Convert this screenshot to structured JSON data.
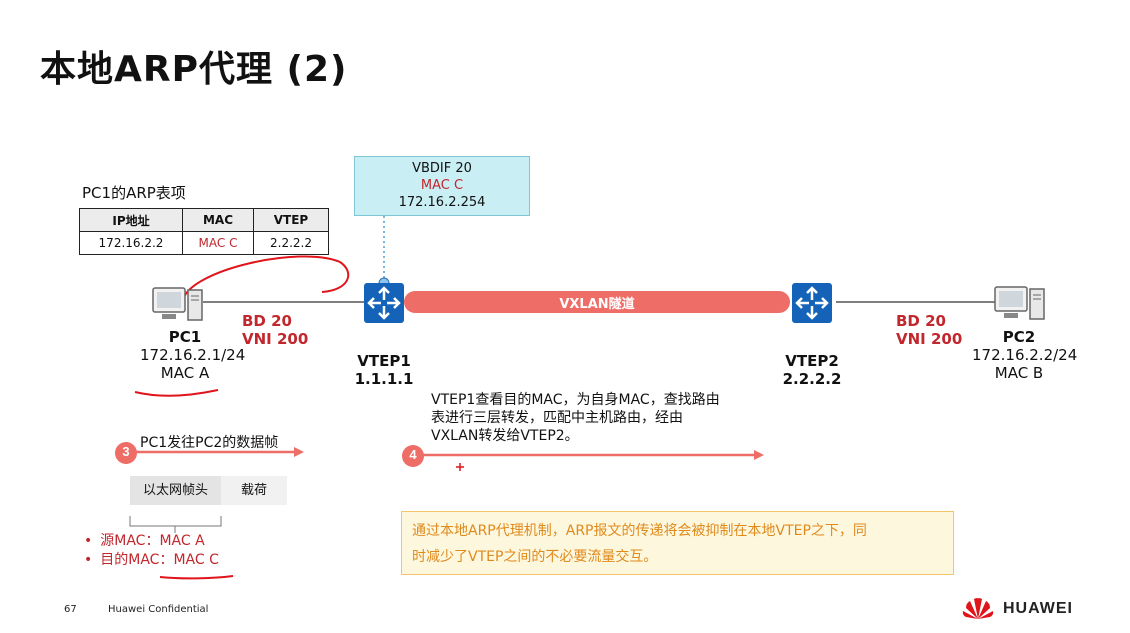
{
  "title": "本地ARP代理 (2)",
  "vbdif": {
    "name": "VBDIF 20",
    "mac": "MAC C",
    "ip": "172.16.2.254"
  },
  "arp_table": {
    "caption": "PC1的ARP表项",
    "headers": [
      "IP地址",
      "MAC",
      "VTEP"
    ],
    "row": [
      "172.16.2.2",
      "MAC C",
      "2.2.2.2"
    ]
  },
  "pc1": {
    "name": "PC1",
    "ip": "172.16.2.1/24",
    "mac": "MAC A"
  },
  "pc2": {
    "name": "PC2",
    "ip": "172.16.2.2/24",
    "mac": "MAC B"
  },
  "left_bd": {
    "bd": "BD 20",
    "vni": "VNI 200"
  },
  "right_bd": {
    "bd": "BD 20",
    "vni": "VNI 200"
  },
  "vtep1": {
    "name": "VTEP1",
    "ip": "1.1.1.1"
  },
  "vtep2": {
    "name": "VTEP2",
    "ip": "2.2.2.2"
  },
  "tunnel_label": "VXLAN隧道",
  "step3": {
    "number": "3",
    "label": "PC1发往PC2的数据帧"
  },
  "frame": {
    "header": "以太网帧头",
    "payload": "载荷"
  },
  "bullets": {
    "src": "源MAC：MAC A",
    "dst": "目的MAC：MAC C"
  },
  "step4": {
    "number": "4",
    "line1": "VTEP1查看目的MAC，为自身MAC，查找路由",
    "line2": "表进行三层转发，匹配中主机路由，经由",
    "line3": "VXLAN转发给VTEP2。"
  },
  "note": {
    "line1": "通过本地ARP代理机制，ARP报文的传递将会被抑制在本地VTEP之下，同",
    "line2": "时减少了VTEP之间的不必要流量交互。"
  },
  "footer": {
    "page": "67",
    "confidential": "Huawei Confidential",
    "brand": "HUAWEI"
  },
  "colors": {
    "accent_red": "#c1272d",
    "tunnel": "#ee6d66",
    "switch_blue": "#1463b8",
    "note_text": "#e08a1c"
  }
}
